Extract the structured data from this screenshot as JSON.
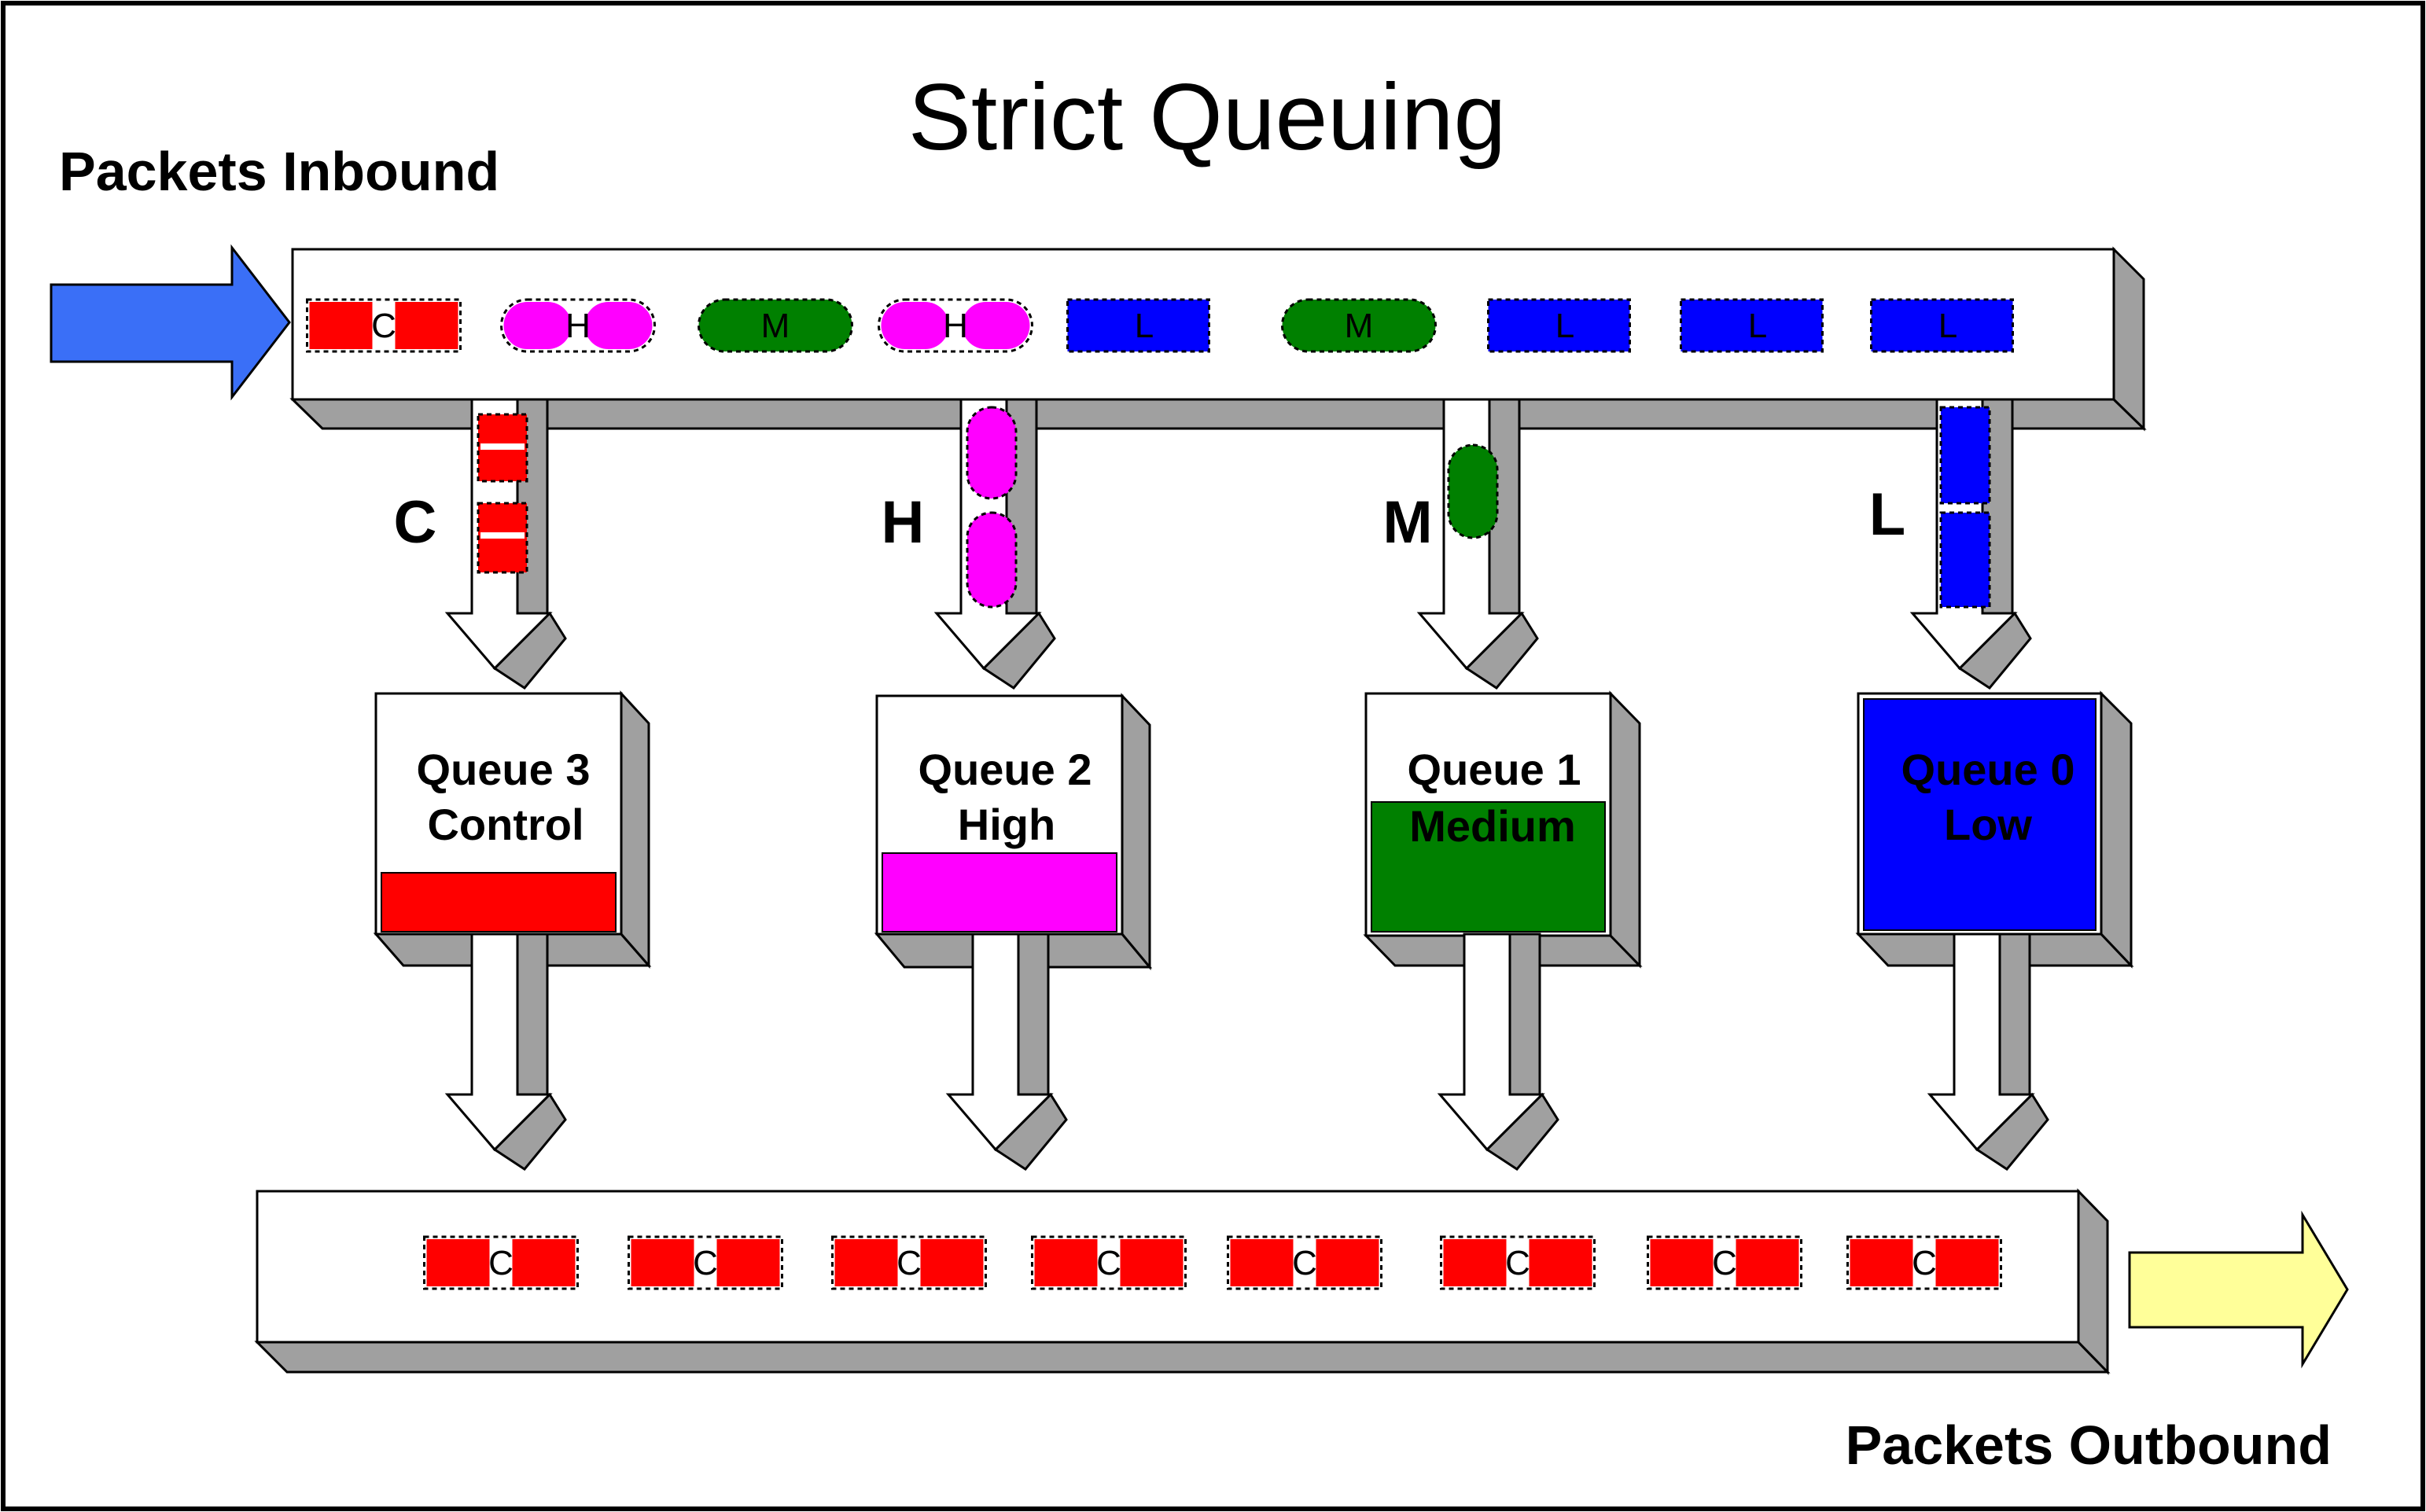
{
  "title": "Strict Queuing",
  "inbound_label": "Packets Inbound",
  "outbound_label": "Packets Outbound",
  "colors": {
    "control": "#ff0000",
    "high": "#ff00ff",
    "medium": "#008000",
    "low": "#0000ff",
    "inbound_arrow": "#3a6ff7",
    "outbound_arrow": "#ffff99",
    "shadow": "#a0a0a0"
  },
  "inbound_packets": [
    {
      "type": "control",
      "letter": "C"
    },
    {
      "type": "high",
      "letter": "H"
    },
    {
      "type": "medium",
      "letter": "M"
    },
    {
      "type": "high",
      "letter": "H"
    },
    {
      "type": "low",
      "letter": "L"
    },
    {
      "type": "medium",
      "letter": "M"
    },
    {
      "type": "low",
      "letter": "L"
    },
    {
      "type": "low",
      "letter": "L"
    },
    {
      "type": "low",
      "letter": "L"
    }
  ],
  "branch_letters": [
    "C",
    "H",
    "M",
    "L"
  ],
  "queues": [
    {
      "name": "Queue 3",
      "priority": "Control",
      "type": "control"
    },
    {
      "name": "Queue 2",
      "priority": "High",
      "type": "high"
    },
    {
      "name": "Queue 1",
      "priority": "Medium",
      "type": "medium"
    },
    {
      "name": "Queue 0",
      "priority": "Low",
      "type": "low"
    }
  ],
  "outbound_packets": [
    {
      "type": "control",
      "letter": "C"
    },
    {
      "type": "control",
      "letter": "C"
    },
    {
      "type": "control",
      "letter": "C"
    },
    {
      "type": "control",
      "letter": "C"
    },
    {
      "type": "control",
      "letter": "C"
    },
    {
      "type": "control",
      "letter": "C"
    },
    {
      "type": "control",
      "letter": "C"
    },
    {
      "type": "control",
      "letter": "C"
    }
  ]
}
